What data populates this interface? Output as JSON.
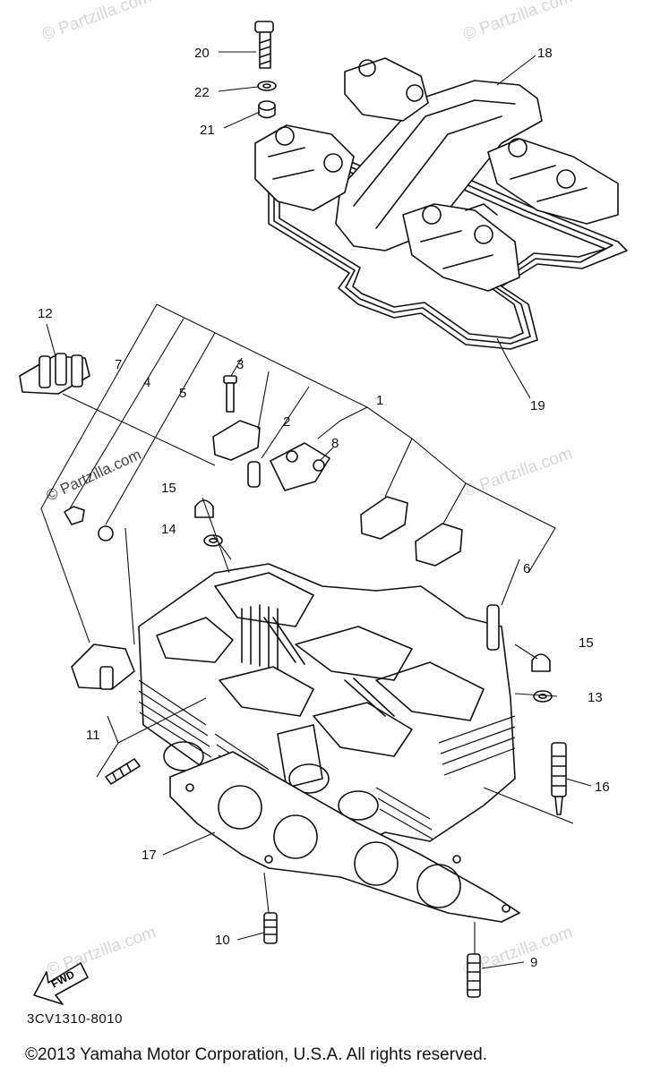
{
  "watermark": "© Partzilla.com",
  "callouts": {
    "c1": "1",
    "c2": "2",
    "c3": "3",
    "c4": "4",
    "c5": "5",
    "c6": "6",
    "c7": "7",
    "c8": "8",
    "c9": "9",
    "c10": "10",
    "c11": "11",
    "c12": "12",
    "c13": "13",
    "c14": "14",
    "c15a": "15",
    "c15b": "15",
    "c16": "16",
    "c17": "17",
    "c18": "18",
    "c19": "19",
    "c20": "20",
    "c21": "21",
    "c22": "22"
  },
  "fwd_label": "FWD",
  "diagram_code": "3CV1310-8010",
  "copyright": "©2013  Yamaha Motor Corporation, U.S.A. All rights reserved."
}
